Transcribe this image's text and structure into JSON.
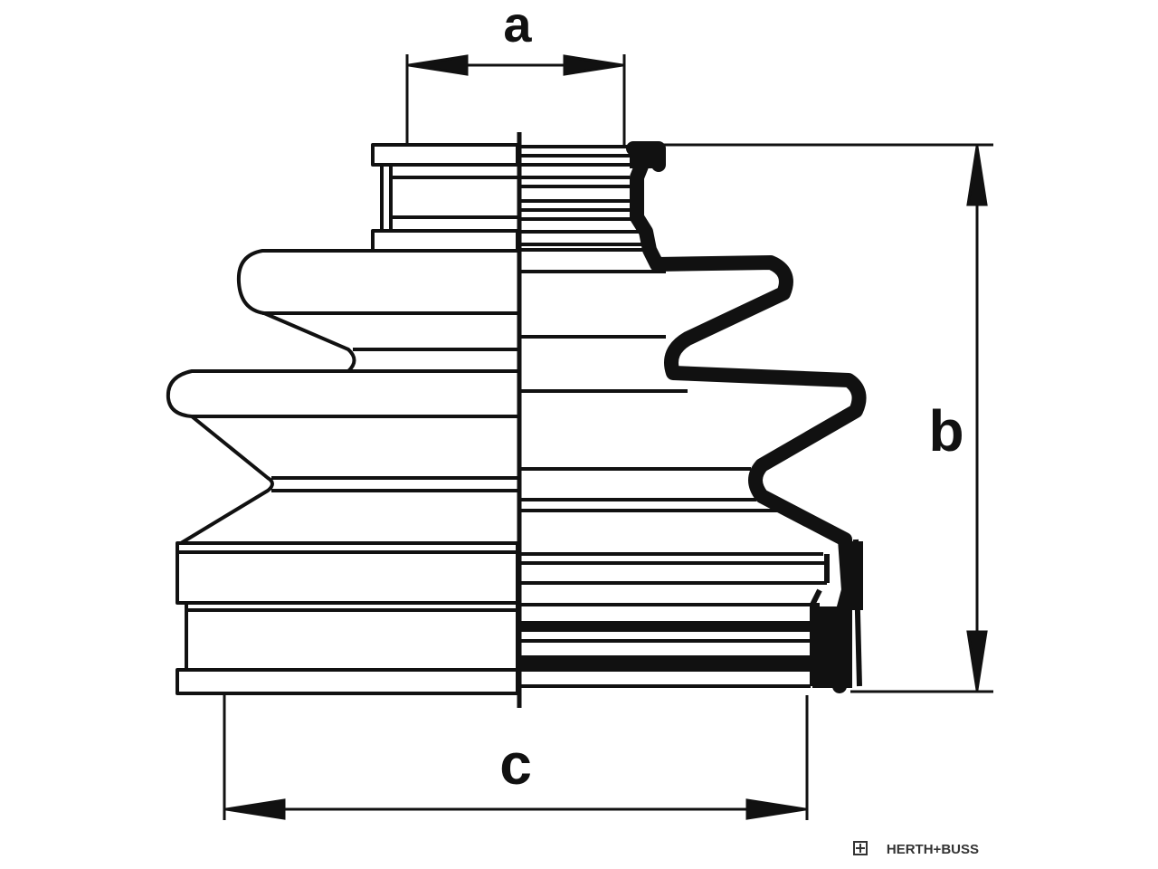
{
  "diagram": {
    "dimension_labels": {
      "a": "a",
      "b": "b",
      "c": "c"
    },
    "brand": {
      "text": "HERTH+BUSS",
      "logo_icon": "herth-buss-logo-icon"
    },
    "colors": {
      "ink": "#111111",
      "paper": "#ffffff"
    }
  }
}
